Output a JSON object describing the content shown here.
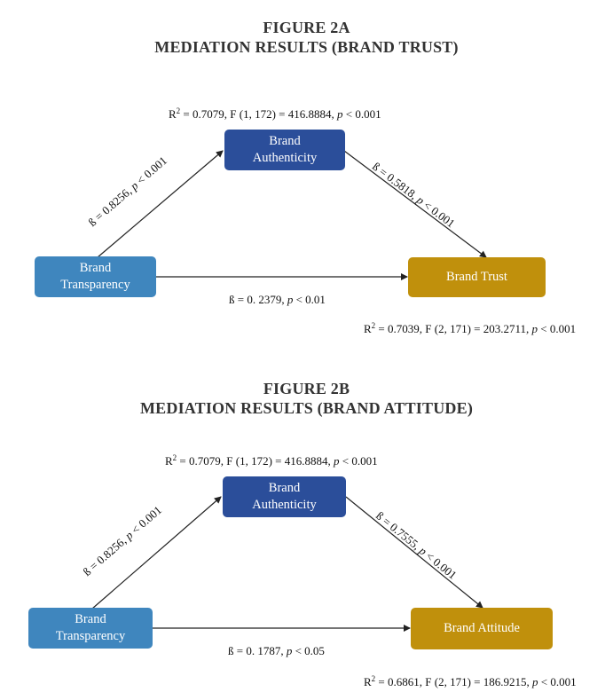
{
  "figures": [
    {
      "title_line1": "FIGURE 2A",
      "title_line2": "MEDIATION RESULTS (BRAND TRUST)",
      "mediator_label": "Brand Authenticity",
      "mediator_line1": "Brand",
      "mediator_line2": "Authenticity",
      "independent_label": "Brand Transparency",
      "independent_line1": "Brand",
      "independent_line2": "Transparency",
      "dependent_label": "Brand Trust",
      "top_r2_prefix": "R",
      "top_r2_sup": "2",
      "top_r2_rest": " = 0.7079, F (1, 172) = 416.8884, ",
      "top_p": "p",
      "top_p_rest": " < 0.001",
      "path_a_prefix": "ß = 0.8256, ",
      "path_a_p": "p",
      "path_a_rest": " < 0.001",
      "path_b_prefix": "ß = 0.5818, ",
      "path_b_p": "p",
      "path_b_rest": " < 0.001",
      "path_c_prefix": "ß = 0. 2379, ",
      "path_c_p": "p",
      "path_c_rest": " < 0.01",
      "bottom_r2_prefix": "R",
      "bottom_r2_sup": "2",
      "bottom_r2_rest": " = 0.7039, F (2, 171) = 203.2711, ",
      "bottom_p": "p",
      "bottom_p_rest": " < 0.001"
    },
    {
      "title_line1": "FIGURE 2B",
      "title_line2": "MEDIATION RESULTS (BRAND ATTITUDE)",
      "mediator_label": "Brand Authenticity",
      "mediator_line1": "Brand",
      "mediator_line2": "Authenticity",
      "independent_label": "Brand Transparency",
      "independent_line1": "Brand",
      "independent_line2": "Transparency",
      "dependent_label": "Brand Attitude",
      "top_r2_prefix": "R",
      "top_r2_sup": "2",
      "top_r2_rest": " = 0.7079, F (1, 172) = 416.8884, ",
      "top_p": "p",
      "top_p_rest": " < 0.001",
      "path_a_prefix": "ß = 0.8256, ",
      "path_a_p": "p",
      "path_a_rest": " < 0.001",
      "path_b_prefix": "ß = 0.7555, ",
      "path_b_p": "p",
      "path_b_rest": " < 0.001",
      "path_c_prefix": "ß = 0. 1787, ",
      "path_c_p": "p",
      "path_c_rest": " < 0.05",
      "bottom_r2_prefix": "R",
      "bottom_r2_sup": "2",
      "bottom_r2_rest": " = 0.6861, F (2, 171) = 186.9215, ",
      "bottom_p": "p",
      "bottom_p_rest": " < 0.001"
    }
  ],
  "colors": {
    "mediator": "#2b4e9a",
    "independent": "#3f86be",
    "dependent": "#c0900c",
    "arrow": "#222222"
  }
}
